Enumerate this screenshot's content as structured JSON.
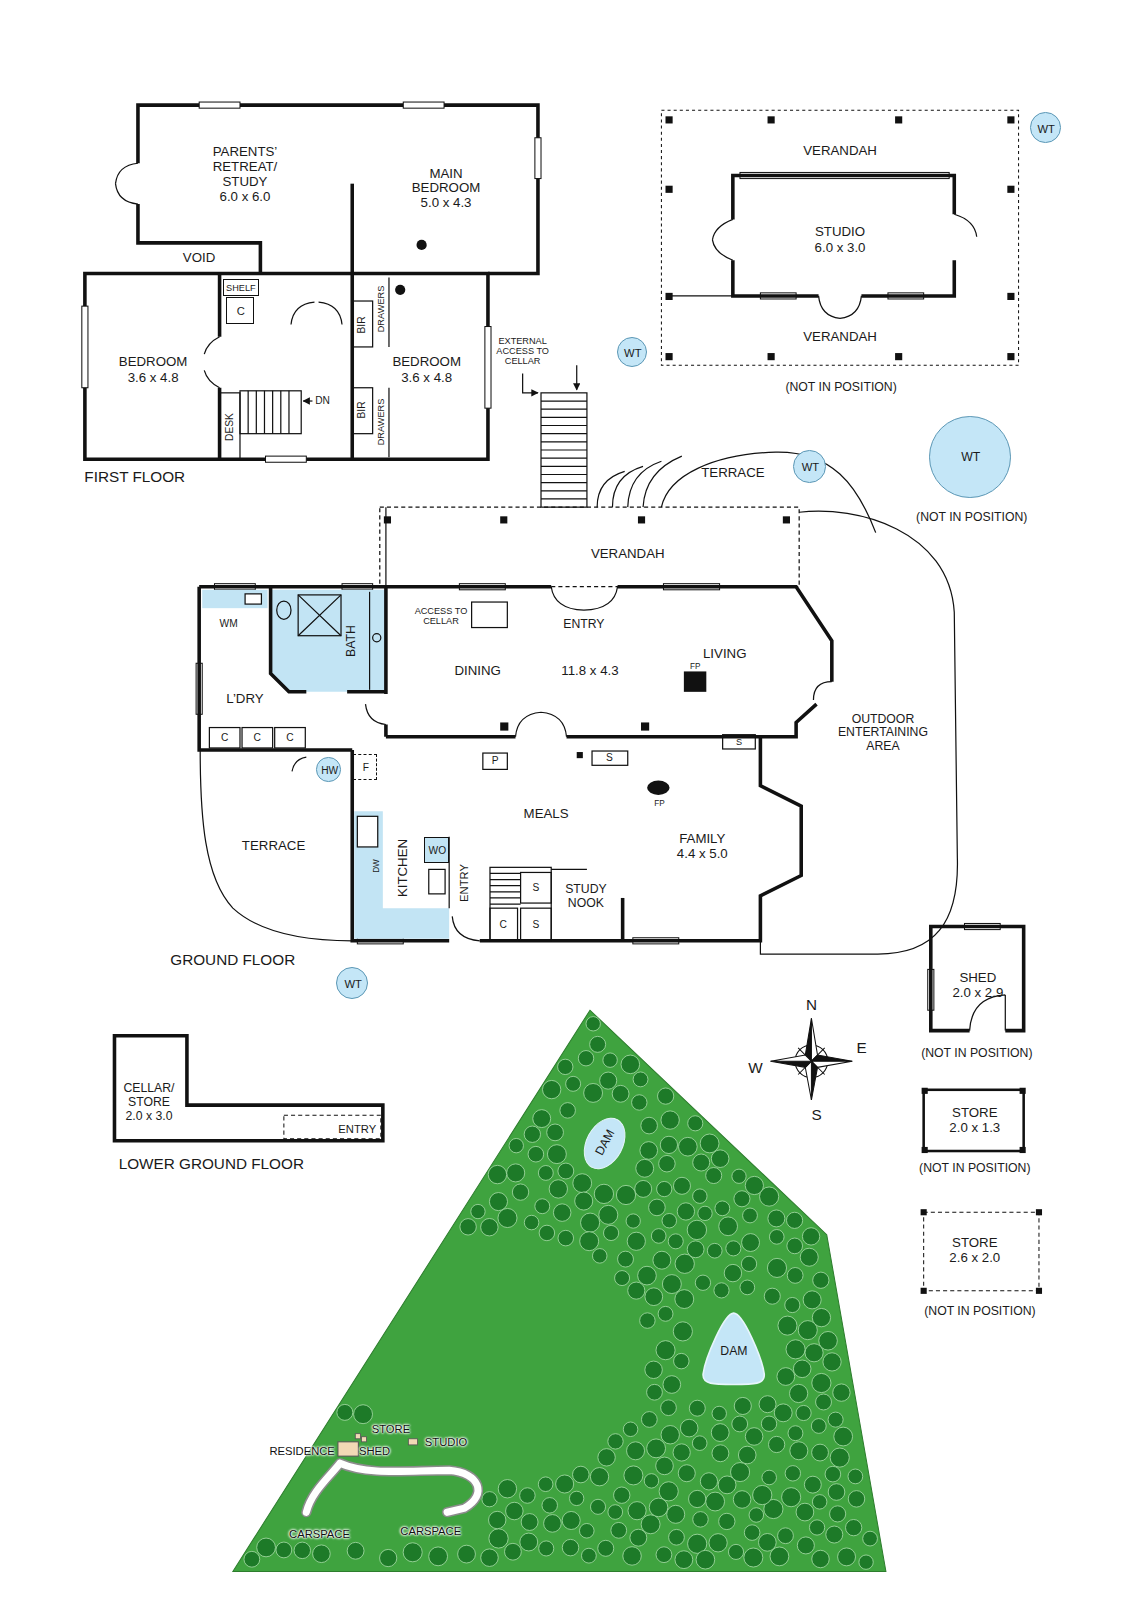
{
  "diagram": {
    "nodes": [
      {
        "text": [
          "PARENTS’ RETREAT/ STUDY",
          "6.0 x 6.0"
        ]
      },
      {
        "text": [
          "MAIN BEDROOM",
          "5.0 x 4.3"
        ]
      },
      {
        "text": [
          "VOID"
        ]
      },
      {
        "text": [
          "SHELF"
        ]
      },
      {
        "text": [
          "C"
        ]
      },
      {
        "text": [
          "BEDROOM",
          "3.6 x 4.8"
        ]
      },
      {
        "text": [
          "BEDROOM",
          "3.6 x 4.8"
        ]
      },
      {
        "text": [
          "VERANDAH",
          "VERANDAH"
        ]
      },
      {
        "text": [
          "STUDIO",
          "6.0 x 3.0"
        ],
        "in": 7
      },
      {
        "text": [
          "WT"
        ]
      },
      {
        "text": [
          "WT"
        ]
      },
      {
        "text": [
          "TERRACE"
        ]
      },
      {
        "text": [
          "WT"
        ]
      },
      {
        "text": [
          "WT"
        ]
      },
      {
        "text": [
          "VERANDAH"
        ]
      },
      {
        "text": [
          "OUTDOOR ENTERTAINING AREA"
        ]
      },
      {
        "text": [
          "BATH"
        ]
      },
      {
        "text": [
          "DINING",
          "11.8 x 4.3",
          "LIVING"
        ]
      },
      {
        "text": [
          "L’DRY"
        ]
      },
      {
        "text": [
          "HW"
        ]
      },
      {
        "text": [
          "F"
        ]
      },
      {
        "text": [
          "TERRACE"
        ]
      },
      {
        "text": [
          "MEALS",
          "FAMILY",
          "4.4 x 5.0"
        ]
      },
      {
        "text": [
          "KITCHEN"
        ]
      },
      {
        "text": [
          "WO"
        ]
      },
      {
        "text": [
          "WT"
        ]
      },
      {
        "text": [
          "SHED",
          "2.0 x 2.9"
        ]
      },
      {
        "text": [
          "STORE",
          "2.0 x 1.3"
        ]
      },
      {
        "text": [
          "STORE",
          "2.6 x 2.0"
        ]
      },
      {
        "text": [
          "CELLAR/ STORE",
          "2.0 x 3.0"
        ]
      },
      {
        "text": [
          "DAM"
        ]
      },
      {
        "text": [
          "DAM"
        ]
      }
    ],
    "labels": [
      "FIRST FLOOR",
      "DESK",
      "DN",
      "BIR",
      "DRAWERS",
      "BIR",
      "DRAWERS",
      "EXTERNAL ACCESS TO CELLAR",
      "(NOT IN POSITION)",
      "(NOT IN POSITION)",
      "ACCESS TO CELLAR",
      "ENTRY",
      "FP",
      "S",
      "P",
      "S",
      "FP",
      "WM",
      "C",
      "C",
      "C",
      "DW",
      "ENTRY",
      "S",
      "C",
      "S",
      "STUDY NOOK",
      "GROUND FLOOR",
      "(NOT IN POSITION)",
      "(NOT IN POSITION)",
      "(NOT IN POSITION)",
      "N",
      "E",
      "S",
      "W",
      "ENTRY",
      "LOWER GROUND FLOOR",
      "STORE",
      "RESIDENCE",
      "SHED",
      "STUDIO",
      "CARSPACE",
      "CARSPACE"
    ]
  }
}
